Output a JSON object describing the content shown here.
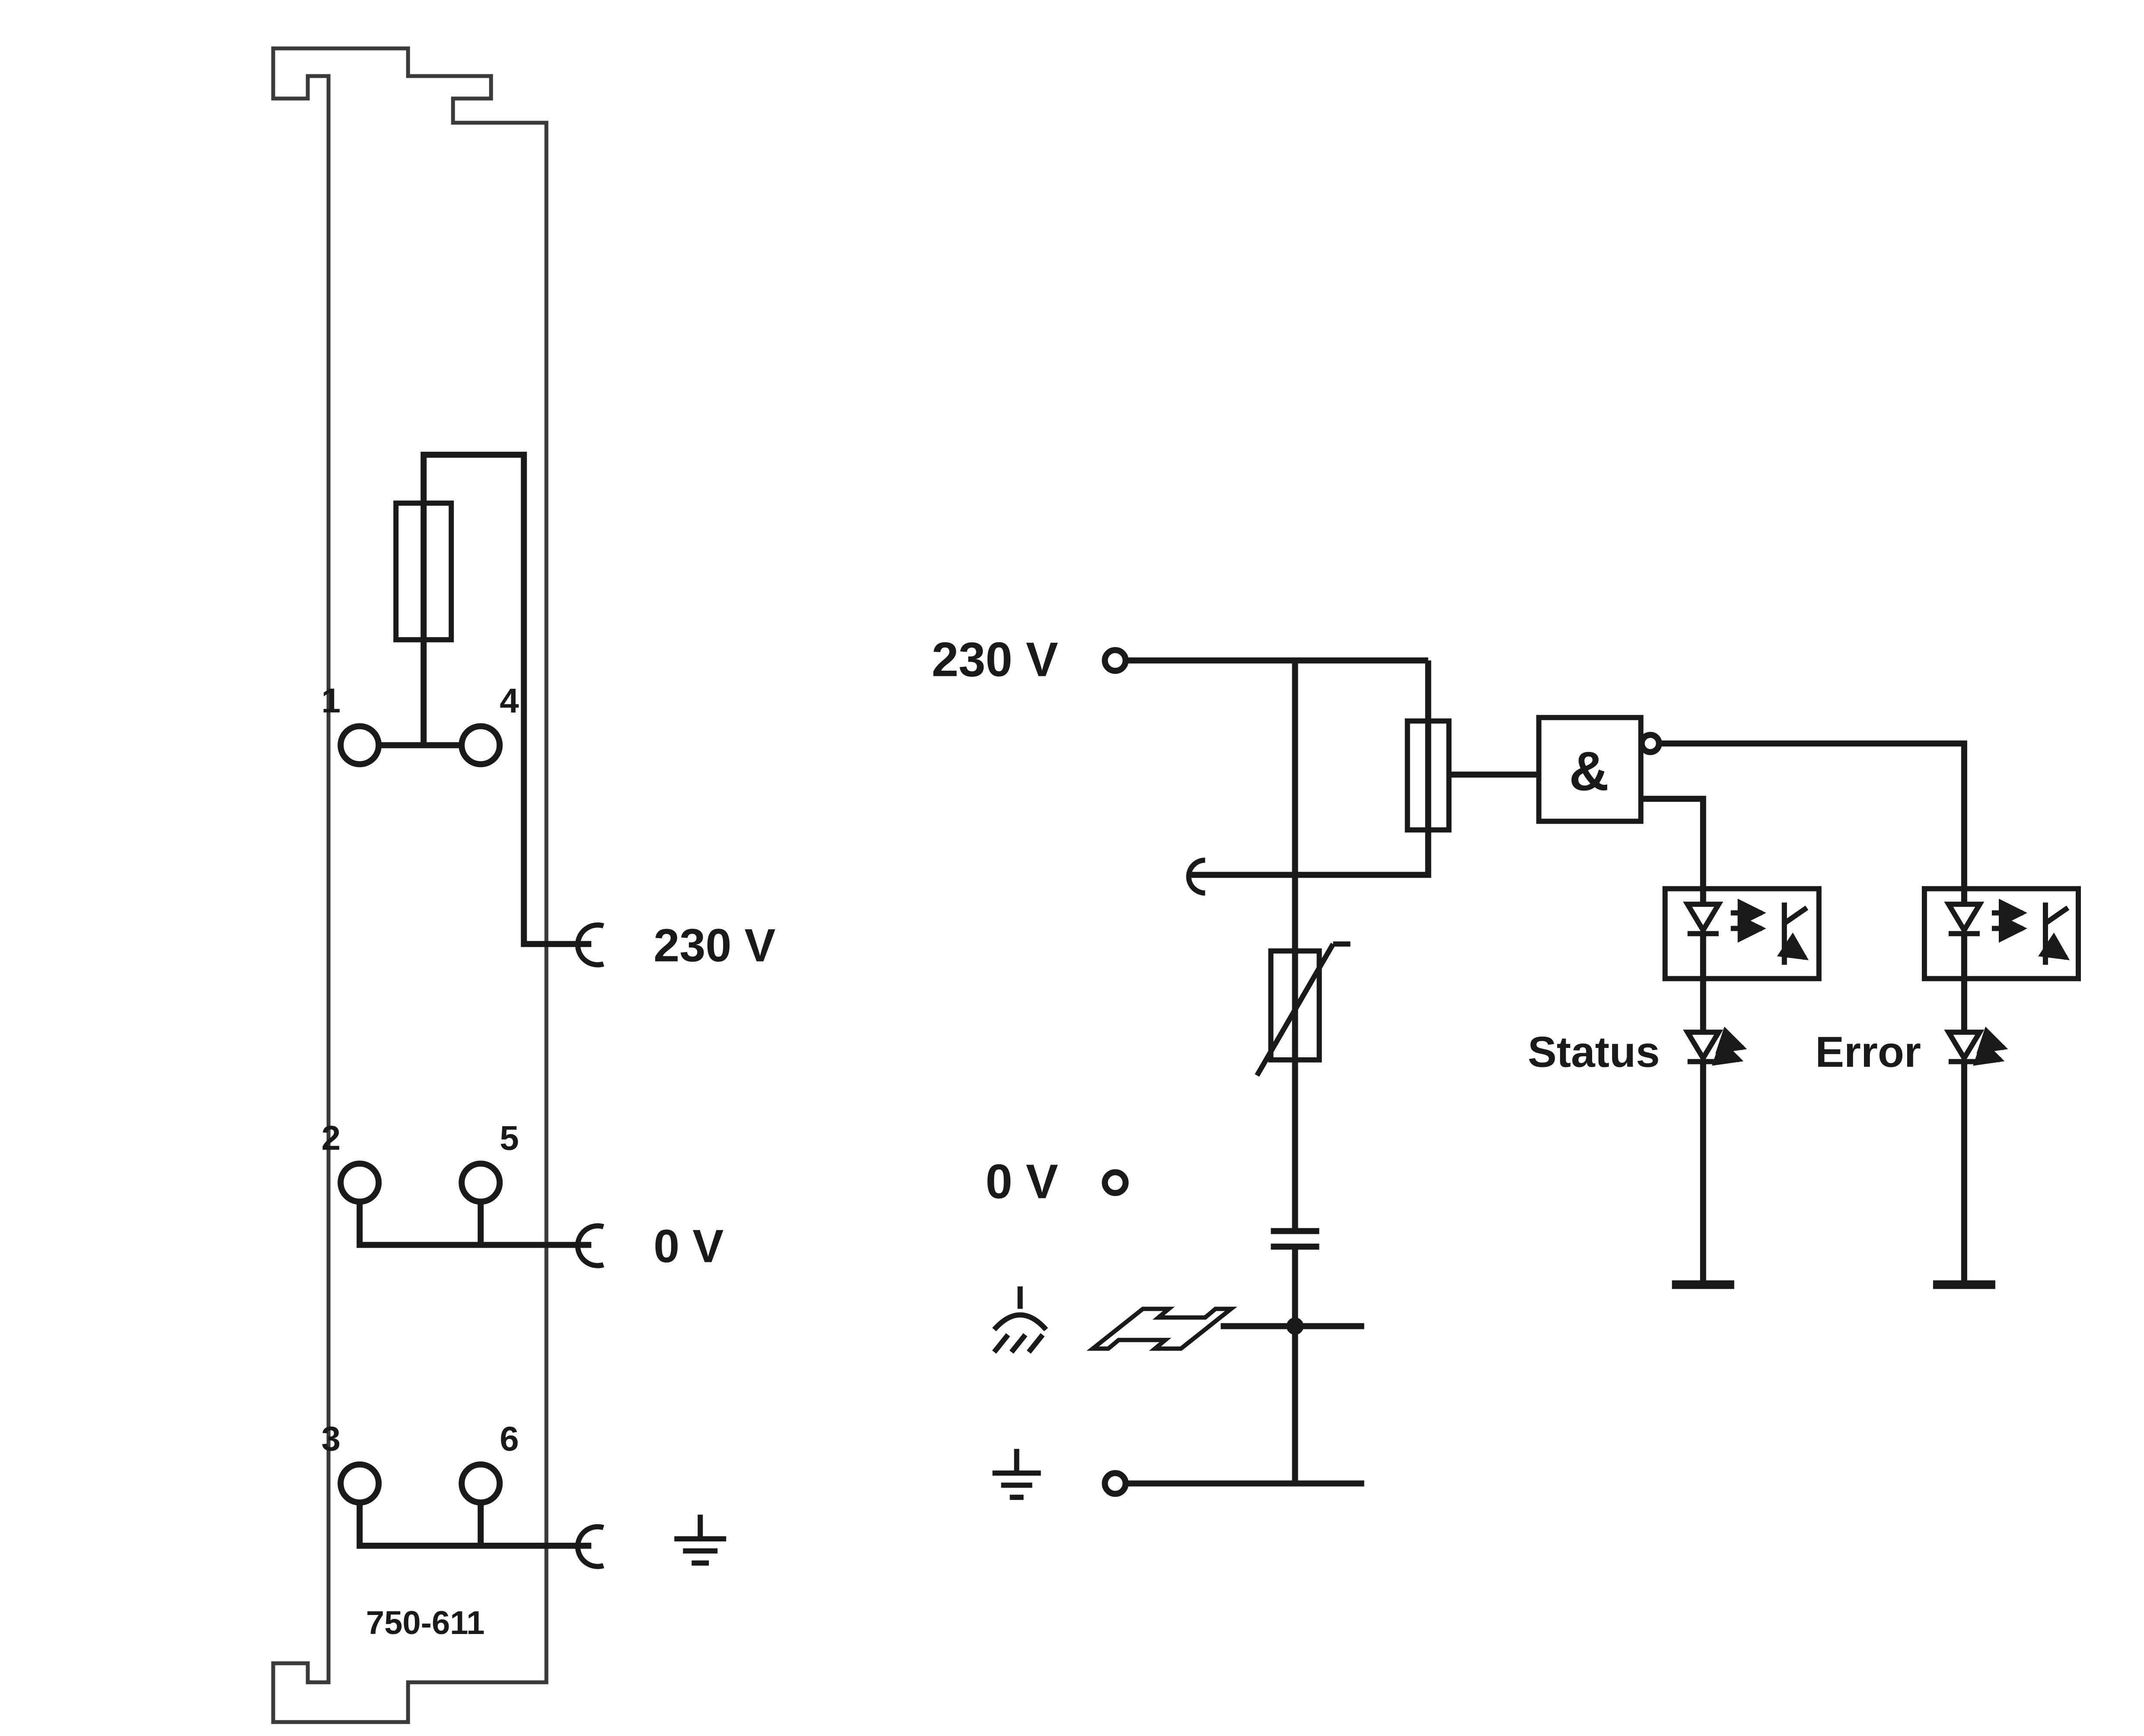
{
  "module": {
    "part_number": "750-611",
    "terminals": {
      "t1": "1",
      "t2": "2",
      "t3": "3",
      "t4": "4",
      "t5": "5",
      "t6": "6"
    },
    "connections": {
      "power": "230 V",
      "zero": "0 V"
    }
  },
  "schematic": {
    "power_input": "230 V",
    "zero_input": "0 V",
    "and_gate": "&",
    "leds": {
      "status": "Status",
      "error": "Error"
    }
  },
  "colors": {
    "line": "#1a1a1a",
    "background": "#ffffff"
  }
}
